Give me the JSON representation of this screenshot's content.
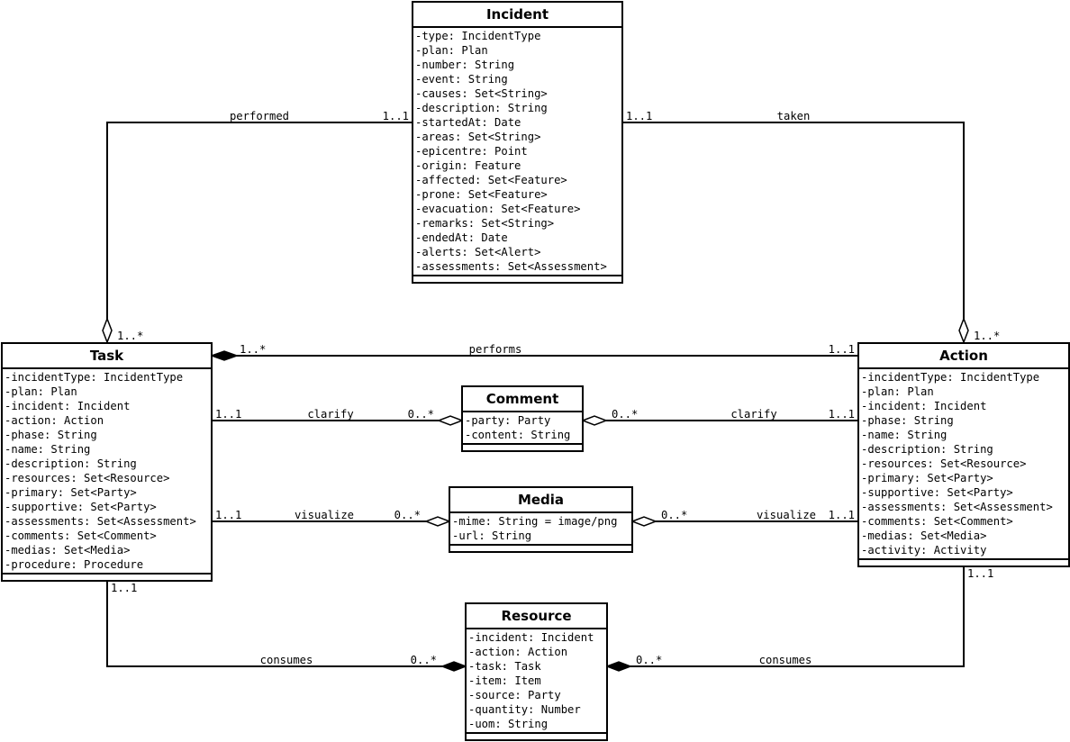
{
  "classes": {
    "incident": {
      "name": "Incident",
      "attributes": [
        "-type: IncidentType",
        "-plan: Plan",
        "-number: String",
        "-event: String",
        "-causes: Set<String>",
        "-description: String",
        "-startedAt: Date",
        "-areas: Set<String>",
        "-epicentre: Point",
        "-origin: Feature",
        "-affected: Set<Feature>",
        "-prone: Set<Feature>",
        "-evacuation: Set<Feature>",
        "-remarks: Set<String>",
        "-endedAt: Date",
        "-alerts: Set<Alert>",
        "-assessments: Set<Assessment>"
      ]
    },
    "task": {
      "name": "Task",
      "attributes": [
        "-incidentType: IncidentType",
        "-plan: Plan",
        "-incident: Incident",
        "-action: Action",
        "-phase: String",
        "-name: String",
        "-description: String",
        "-resources: Set<Resource>",
        "-primary: Set<Party>",
        "-supportive: Set<Party>",
        "-assessments: Set<Assessment>",
        "-comments: Set<Comment>",
        "-medias: Set<Media>",
        "-procedure: Procedure"
      ]
    },
    "action": {
      "name": "Action",
      "attributes": [
        "-incidentType: IncidentType",
        "-plan: Plan",
        "-incident: Incident",
        "-phase: String",
        "-name: String",
        "-description: String",
        "-resources: Set<Resource>",
        "-primary: Set<Party>",
        "-supportive: Set<Party>",
        "-assessments: Set<Assessment>",
        "-comments: Set<Comment>",
        "-medias: Set<Media>",
        "-activity: Activity"
      ]
    },
    "comment": {
      "name": "Comment",
      "attributes": [
        "-party: Party",
        "-content: String"
      ]
    },
    "media": {
      "name": "Media",
      "attributes": [
        "-mime: String = image/png",
        "-url: String"
      ]
    },
    "resource": {
      "name": "Resource",
      "attributes": [
        "-incident: Incident",
        "-action: Action",
        "-task: Task",
        "-item: Item",
        "-source: Party",
        "-quantity: Number",
        "-uom: String"
      ]
    }
  },
  "associations": {
    "incident_task": {
      "label": "performed",
      "from_mult": "1..1",
      "to_mult": "1..*"
    },
    "incident_action": {
      "label": "taken",
      "from_mult": "1..1",
      "to_mult": "1..*"
    },
    "action_task": {
      "label": "performs",
      "from_mult": "1..1",
      "to_mult": "1..*"
    },
    "task_comment": {
      "label": "clarify",
      "from_mult": "1..1",
      "to_mult": "0..*"
    },
    "action_comment": {
      "label": "clarify",
      "from_mult": "1..1",
      "to_mult": "0..*"
    },
    "task_media": {
      "label": "visualize",
      "from_mult": "1..1",
      "to_mult": "0..*"
    },
    "action_media": {
      "label": "visualize",
      "from_mult": "1..1",
      "to_mult": "0..*"
    },
    "task_resource": {
      "label": "consumes",
      "from_mult": "1..1",
      "to_mult": "0..*"
    },
    "action_resource": {
      "label": "consumes",
      "from_mult": "1..1",
      "to_mult": "0..*"
    }
  }
}
